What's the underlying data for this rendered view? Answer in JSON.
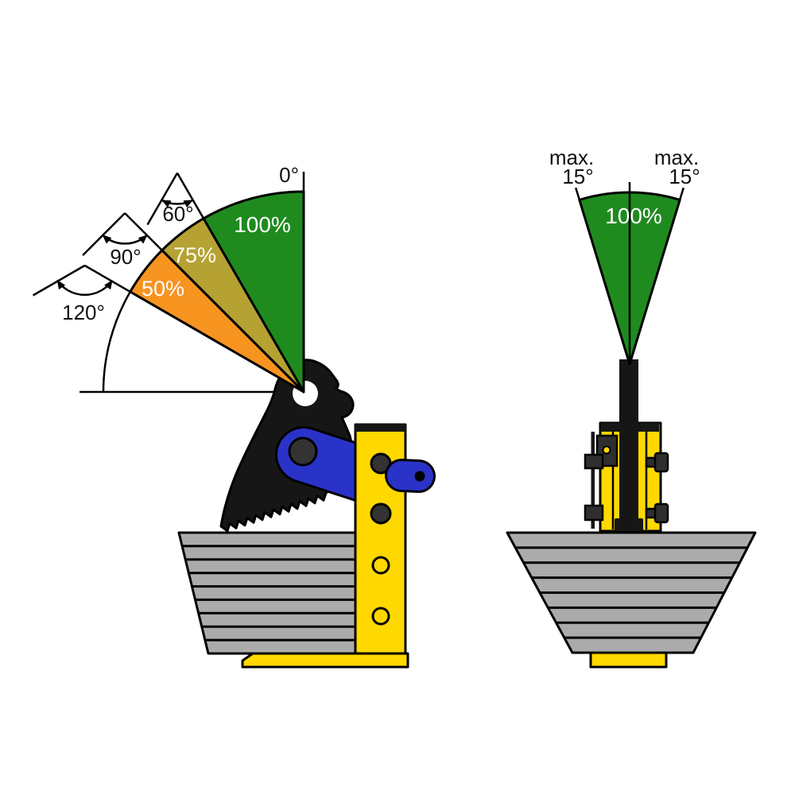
{
  "diagram_type": "lifting-clamp-load-angle-capacity-diagram",
  "left_view": {
    "angles": {
      "vertical": "0°",
      "sling60": "60°",
      "sling90": "90°",
      "sling120": "120°"
    },
    "capacities": {
      "c100": "100%",
      "c75": "75%",
      "c50": "50%"
    }
  },
  "right_view": {
    "left_limit": {
      "line1": "max.",
      "line2": "15°"
    },
    "right_limit": {
      "line1": "max.",
      "line2": "15°"
    },
    "capacity": "100%"
  },
  "palette": {
    "green": "#1f8b1f",
    "olive": "#b5a233",
    "orange": "#f79420",
    "yellow": "#ffd800",
    "blue": "#2a33c8",
    "black_part": "#161616",
    "dark_gray": "#2f2f2f",
    "hole_gray": "#333333",
    "plate_gray": "#ababab",
    "outline": "#000000",
    "label": "#111111",
    "pct_text": "#ffffff",
    "bg": "#ffffff"
  }
}
